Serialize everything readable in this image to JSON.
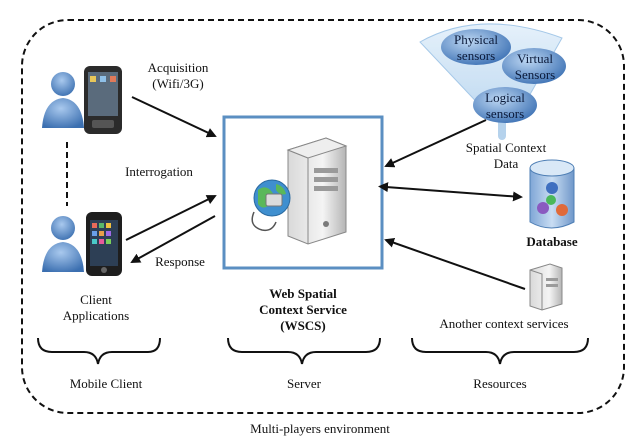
{
  "figure": {
    "environment_label": "Multi-players environment",
    "mobile_client": {
      "acquisition": [
        "Acquisition",
        "(Wifi/3G)"
      ],
      "interrogation": "Interrogation",
      "response": "Response",
      "client_apps": [
        "Client",
        "Applications"
      ],
      "group_label": "Mobile Client"
    },
    "server": {
      "name": [
        "Web Spatial",
        "Context Service",
        "(WSCS)"
      ],
      "group_label": "Server"
    },
    "resources": {
      "sensors": {
        "physical": [
          "Physical",
          "sensors"
        ],
        "virtual": [
          "Virtual",
          "Sensors"
        ],
        "logical": [
          "Logical",
          "sensors"
        ]
      },
      "spatial_context": [
        "Spatial Context",
        "Data"
      ],
      "database": "Database",
      "another_services": "Another context services",
      "group_label": "Resources"
    }
  },
  "colors": {
    "server_box_border": "#5b8fc2",
    "sensor_bubble": "#4a7fc0",
    "funnel": "#9cc3e6",
    "person": "#4f86c6",
    "arrow": "#111111"
  }
}
